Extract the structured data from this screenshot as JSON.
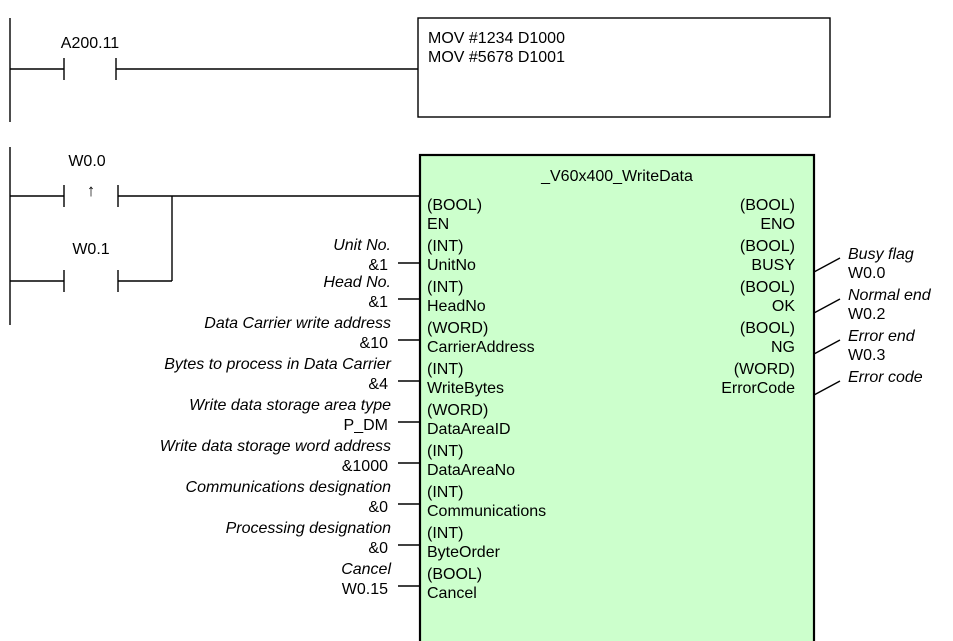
{
  "rung1": {
    "contact": "A200.11",
    "instructions": [
      "MOV #1234 D1000",
      "MOV #5678 D1001"
    ]
  },
  "rung2": {
    "contact_up": "W0.0",
    "up_symbol": "↑",
    "contact_or": "W0.1"
  },
  "fb": {
    "title": "_V60x400_WriteData",
    "fill_color": "#CCFFCC",
    "inputs": [
      {
        "label": "",
        "value": "",
        "type": "(BOOL)",
        "name": "EN"
      },
      {
        "label": "Unit No.",
        "value": "&1",
        "type": "(INT)",
        "name": "UnitNo"
      },
      {
        "label": "Head No.",
        "value": "&1",
        "type": "(INT)",
        "name": "HeadNo"
      },
      {
        "label": "Data Carrier write address",
        "value": "&10",
        "type": "(WORD)",
        "name": "CarrierAddress"
      },
      {
        "label": "Bytes to process in Data Carrier",
        "value": "&4",
        "type": "(INT)",
        "name": "WriteBytes"
      },
      {
        "label": "Write data storage area type",
        "value": "P_DM",
        "type": "(WORD)",
        "name": "DataAreaID"
      },
      {
        "label": "Write data storage word address",
        "value": "&1000",
        "type": "(INT)",
        "name": "DataAreaNo"
      },
      {
        "label": "Communications designation",
        "value": "&0",
        "type": "(INT)",
        "name": "Communications"
      },
      {
        "label": "Processing designation",
        "value": "&0",
        "type": "(INT)",
        "name": "ByteOrder"
      },
      {
        "label": "Cancel",
        "value": "W0.15",
        "type": "(BOOL)",
        "name": "Cancel"
      }
    ],
    "outputs": [
      {
        "type": "(BOOL)",
        "name": "ENO",
        "label": "",
        "value": ""
      },
      {
        "type": "(BOOL)",
        "name": "BUSY",
        "label": "Busy flag",
        "value": "W0.0"
      },
      {
        "type": "(BOOL)",
        "name": "OK",
        "label": "Normal end",
        "value": "W0.2"
      },
      {
        "type": "(BOOL)",
        "name": "NG",
        "label": "Error end",
        "value": "W0.3"
      },
      {
        "type": "(WORD)",
        "name": "ErrorCode",
        "label": "Error code",
        "value": ""
      }
    ]
  }
}
